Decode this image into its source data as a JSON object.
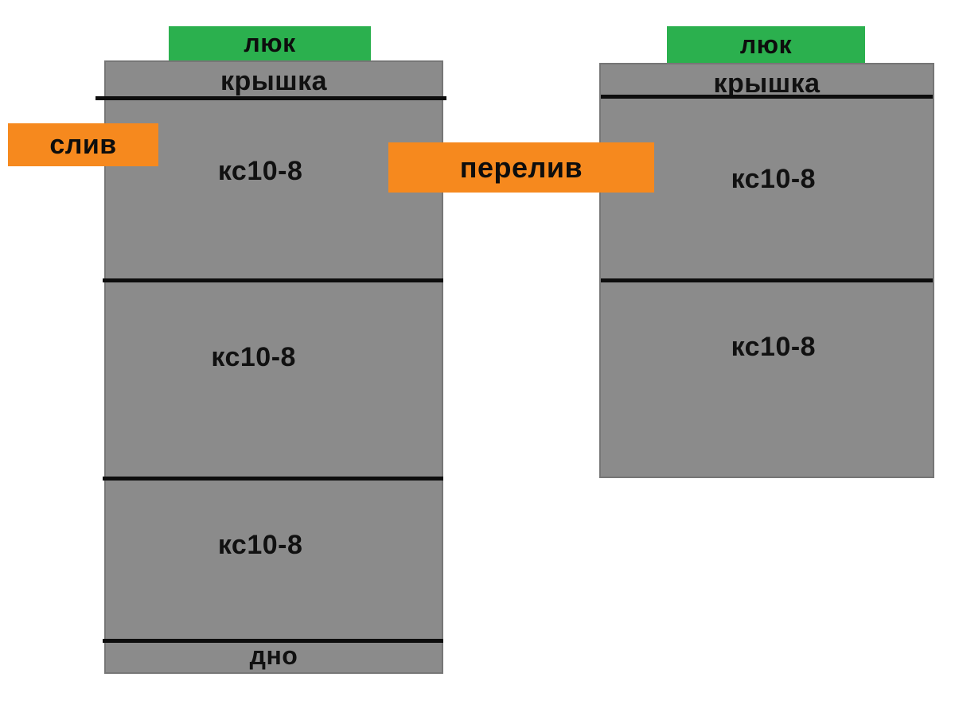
{
  "colors": {
    "background": "#ffffff",
    "tank_gray": "#8b8b8b",
    "tank_border": "#767676",
    "divider_black": "#0d0d0d",
    "hatch_green": "#2bb04e",
    "pipe_orange": "#f6891e",
    "text_black": "#111111"
  },
  "left_tank": {
    "hatch_label": "люк",
    "cover_label": "крышка",
    "rings": [
      "кс10-8",
      "кс10-8",
      "кс10-8"
    ],
    "bottom_label": "дно"
  },
  "right_tank": {
    "hatch_label": "люк",
    "cover_label": "крышка",
    "rings": [
      "кс10-8",
      "кс10-8"
    ]
  },
  "drain_label": "слив",
  "overflow_label": "перелив"
}
